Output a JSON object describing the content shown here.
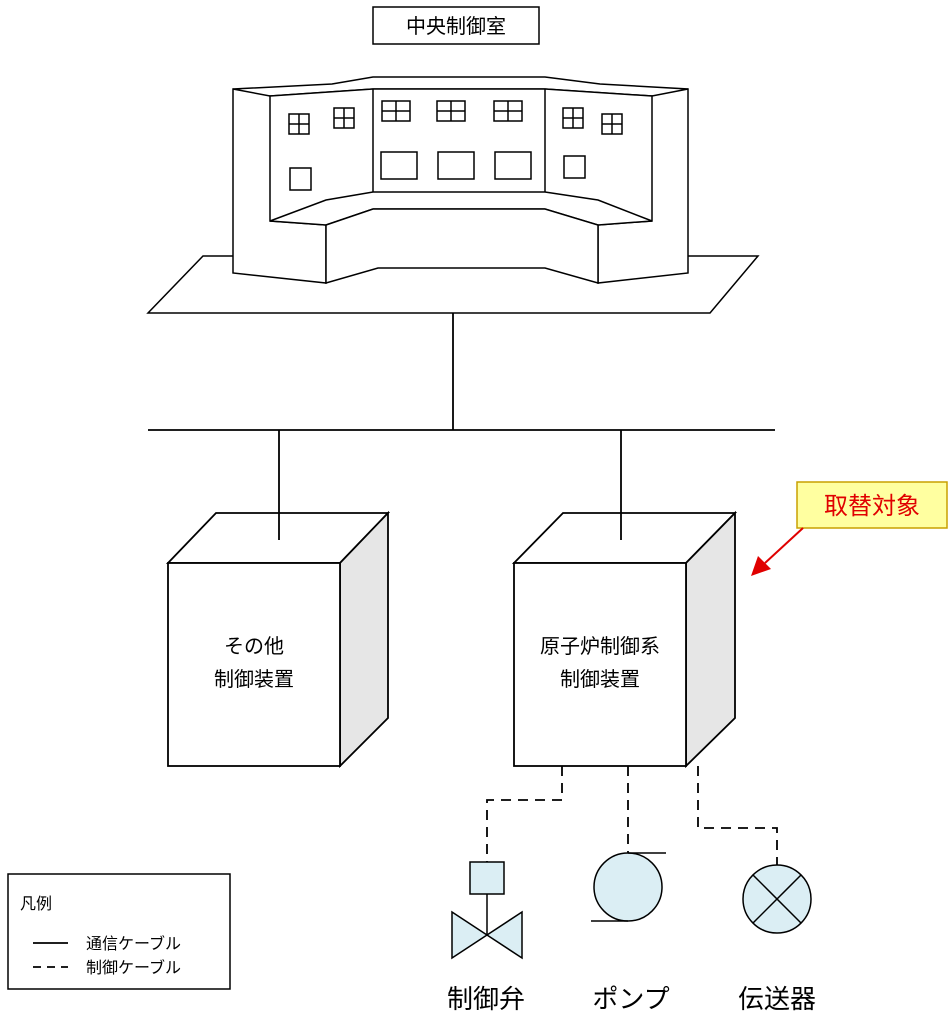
{
  "title": "中央制御室",
  "callout": "取替対象",
  "cabinets": {
    "other": [
      "その他",
      "制御装置"
    ],
    "reactor": [
      "原子炉制御系",
      "制御装置"
    ]
  },
  "devices": {
    "valve": "制御弁",
    "pump": "ポンプ",
    "transmitter": "伝送器"
  },
  "legend": {
    "title": "凡例",
    "comm": "通信ケーブル",
    "control": "制御ケーブル"
  },
  "colors": {
    "callout_fill": "#ffffa0",
    "callout_border": "#c8a000",
    "callout_text": "#e00000",
    "arrow": "#e00000",
    "device_fill": "#dbeef4",
    "cabinet_side": "#e6e6e6"
  }
}
